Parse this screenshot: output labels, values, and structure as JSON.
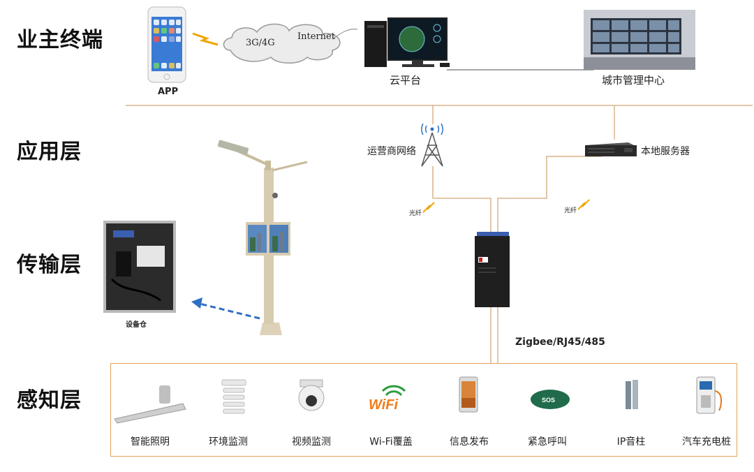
{
  "layers": {
    "owner": "业主终端",
    "application": "应用层",
    "transport": "传输层",
    "perception": "感知层"
  },
  "top": {
    "app_label": "APP",
    "cloud_text_1": "3G/4G",
    "cloud_text_2": "Internet",
    "cloud_platform": "云平台",
    "city_center": "城市管理中心"
  },
  "app_layer": {
    "operator_network": "运营商网络",
    "local_server": "本地服务器"
  },
  "transport_layer": {
    "fiber_1": "光纤",
    "fiber_2": "光纤",
    "equipment_cabinet": "设备仓",
    "protocols": "Zigbee/RJ45/485"
  },
  "sensors": [
    {
      "label": "智能照明",
      "icon": "street-lamp-head-icon"
    },
    {
      "label": "环境监测",
      "icon": "weather-station-icon"
    },
    {
      "label": "视频监测",
      "icon": "dome-camera-icon"
    },
    {
      "label": "Wi-Fi覆盖",
      "icon": "wifi-icon"
    },
    {
      "label": "信息发布",
      "icon": "display-panel-icon"
    },
    {
      "label": "紧急呼叫",
      "icon": "sos-button-icon"
    },
    {
      "label": "IP音柱",
      "icon": "speaker-column-icon"
    },
    {
      "label": "汽车充电桩",
      "icon": "ev-charger-icon"
    }
  ],
  "colors": {
    "line": "#d9b48a",
    "box_border": "#e3a35a",
    "lightning": "#f0a500",
    "arrow": "#2f6fc4"
  }
}
